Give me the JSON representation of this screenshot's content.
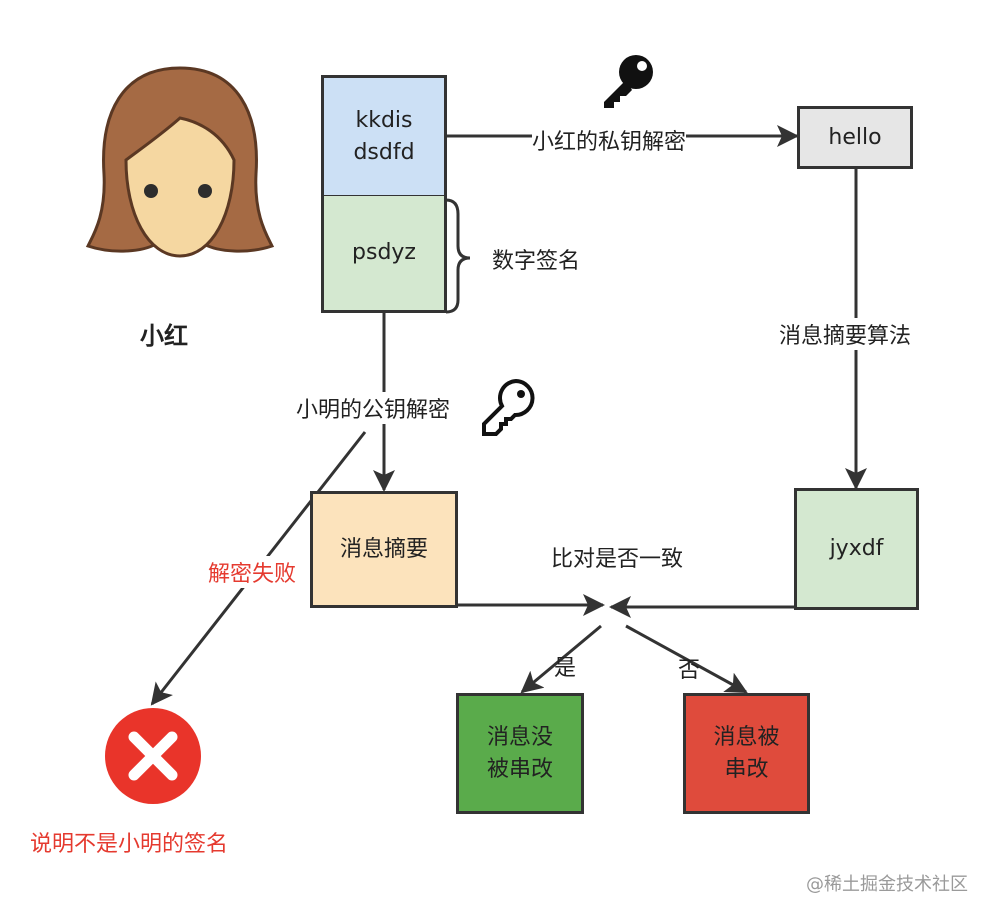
{
  "person": {
    "name": "小红"
  },
  "boxes": {
    "cipher": "kkdis\ndsdfd",
    "signature": "psdyz",
    "plain": "hello",
    "digest": "消息摘要",
    "computed": "jyxdf",
    "ok_result": "消息没\n被串改",
    "bad_result": "消息被\n串改"
  },
  "labels": {
    "private_decrypt": "小红的私钥解密",
    "signature_brace": "数字签名",
    "hash_algo": "消息摘要算法",
    "public_decrypt": "小明的公钥解密",
    "decrypt_fail": "解密失败",
    "compare": "比对是否一致",
    "yes": "是",
    "no": "否",
    "not_signature": "说明不是小明的签名"
  },
  "watermark": "@稀土掘金技术社区",
  "colors": {
    "blue_box": "#cce0f5",
    "green_box": "#d4e8d0",
    "grey_box": "#e6e6e6",
    "orange_box": "#fce3bc",
    "dark_green": "#5aab4b",
    "red_box": "#df4b3c",
    "red_icon": "#e9342a",
    "red_text": "#e53a2f"
  },
  "icons": [
    "woman-avatar-icon",
    "key-icon",
    "key-outline-icon",
    "error-x-icon"
  ]
}
